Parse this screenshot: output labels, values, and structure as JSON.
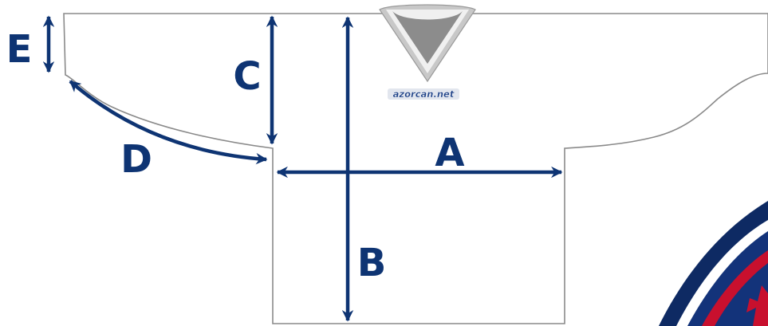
{
  "brand": {
    "watermark": "azorcan.net"
  },
  "labels": {
    "a": "A",
    "b": "B",
    "c": "C",
    "d": "D",
    "e": "E"
  },
  "colors": {
    "arrow": "#0e3473",
    "outline": "#8a8a8a",
    "collar_outer": "#c8c8c8",
    "collar_inner": "#8c8c8c",
    "logo_navy": "#0e2a63",
    "logo_red": "#c8102e"
  }
}
